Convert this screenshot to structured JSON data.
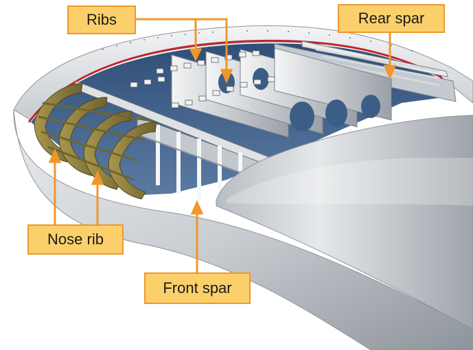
{
  "labels": {
    "ribs": "Ribs",
    "rear_spar": "Rear spar",
    "nose_rib": "Nose rib",
    "front_spar": "Front spar"
  },
  "colors": {
    "callout_fill": "#fbd06b",
    "callout_border": "#f0962b",
    "leader_line": "#f0962b",
    "skin_light": "#e4e6e8",
    "skin_dark": "#9da3aa",
    "interior_blue": "#3c5d86",
    "nose_rib": "#8a7a3a",
    "skin_edge": "#c0262b"
  }
}
